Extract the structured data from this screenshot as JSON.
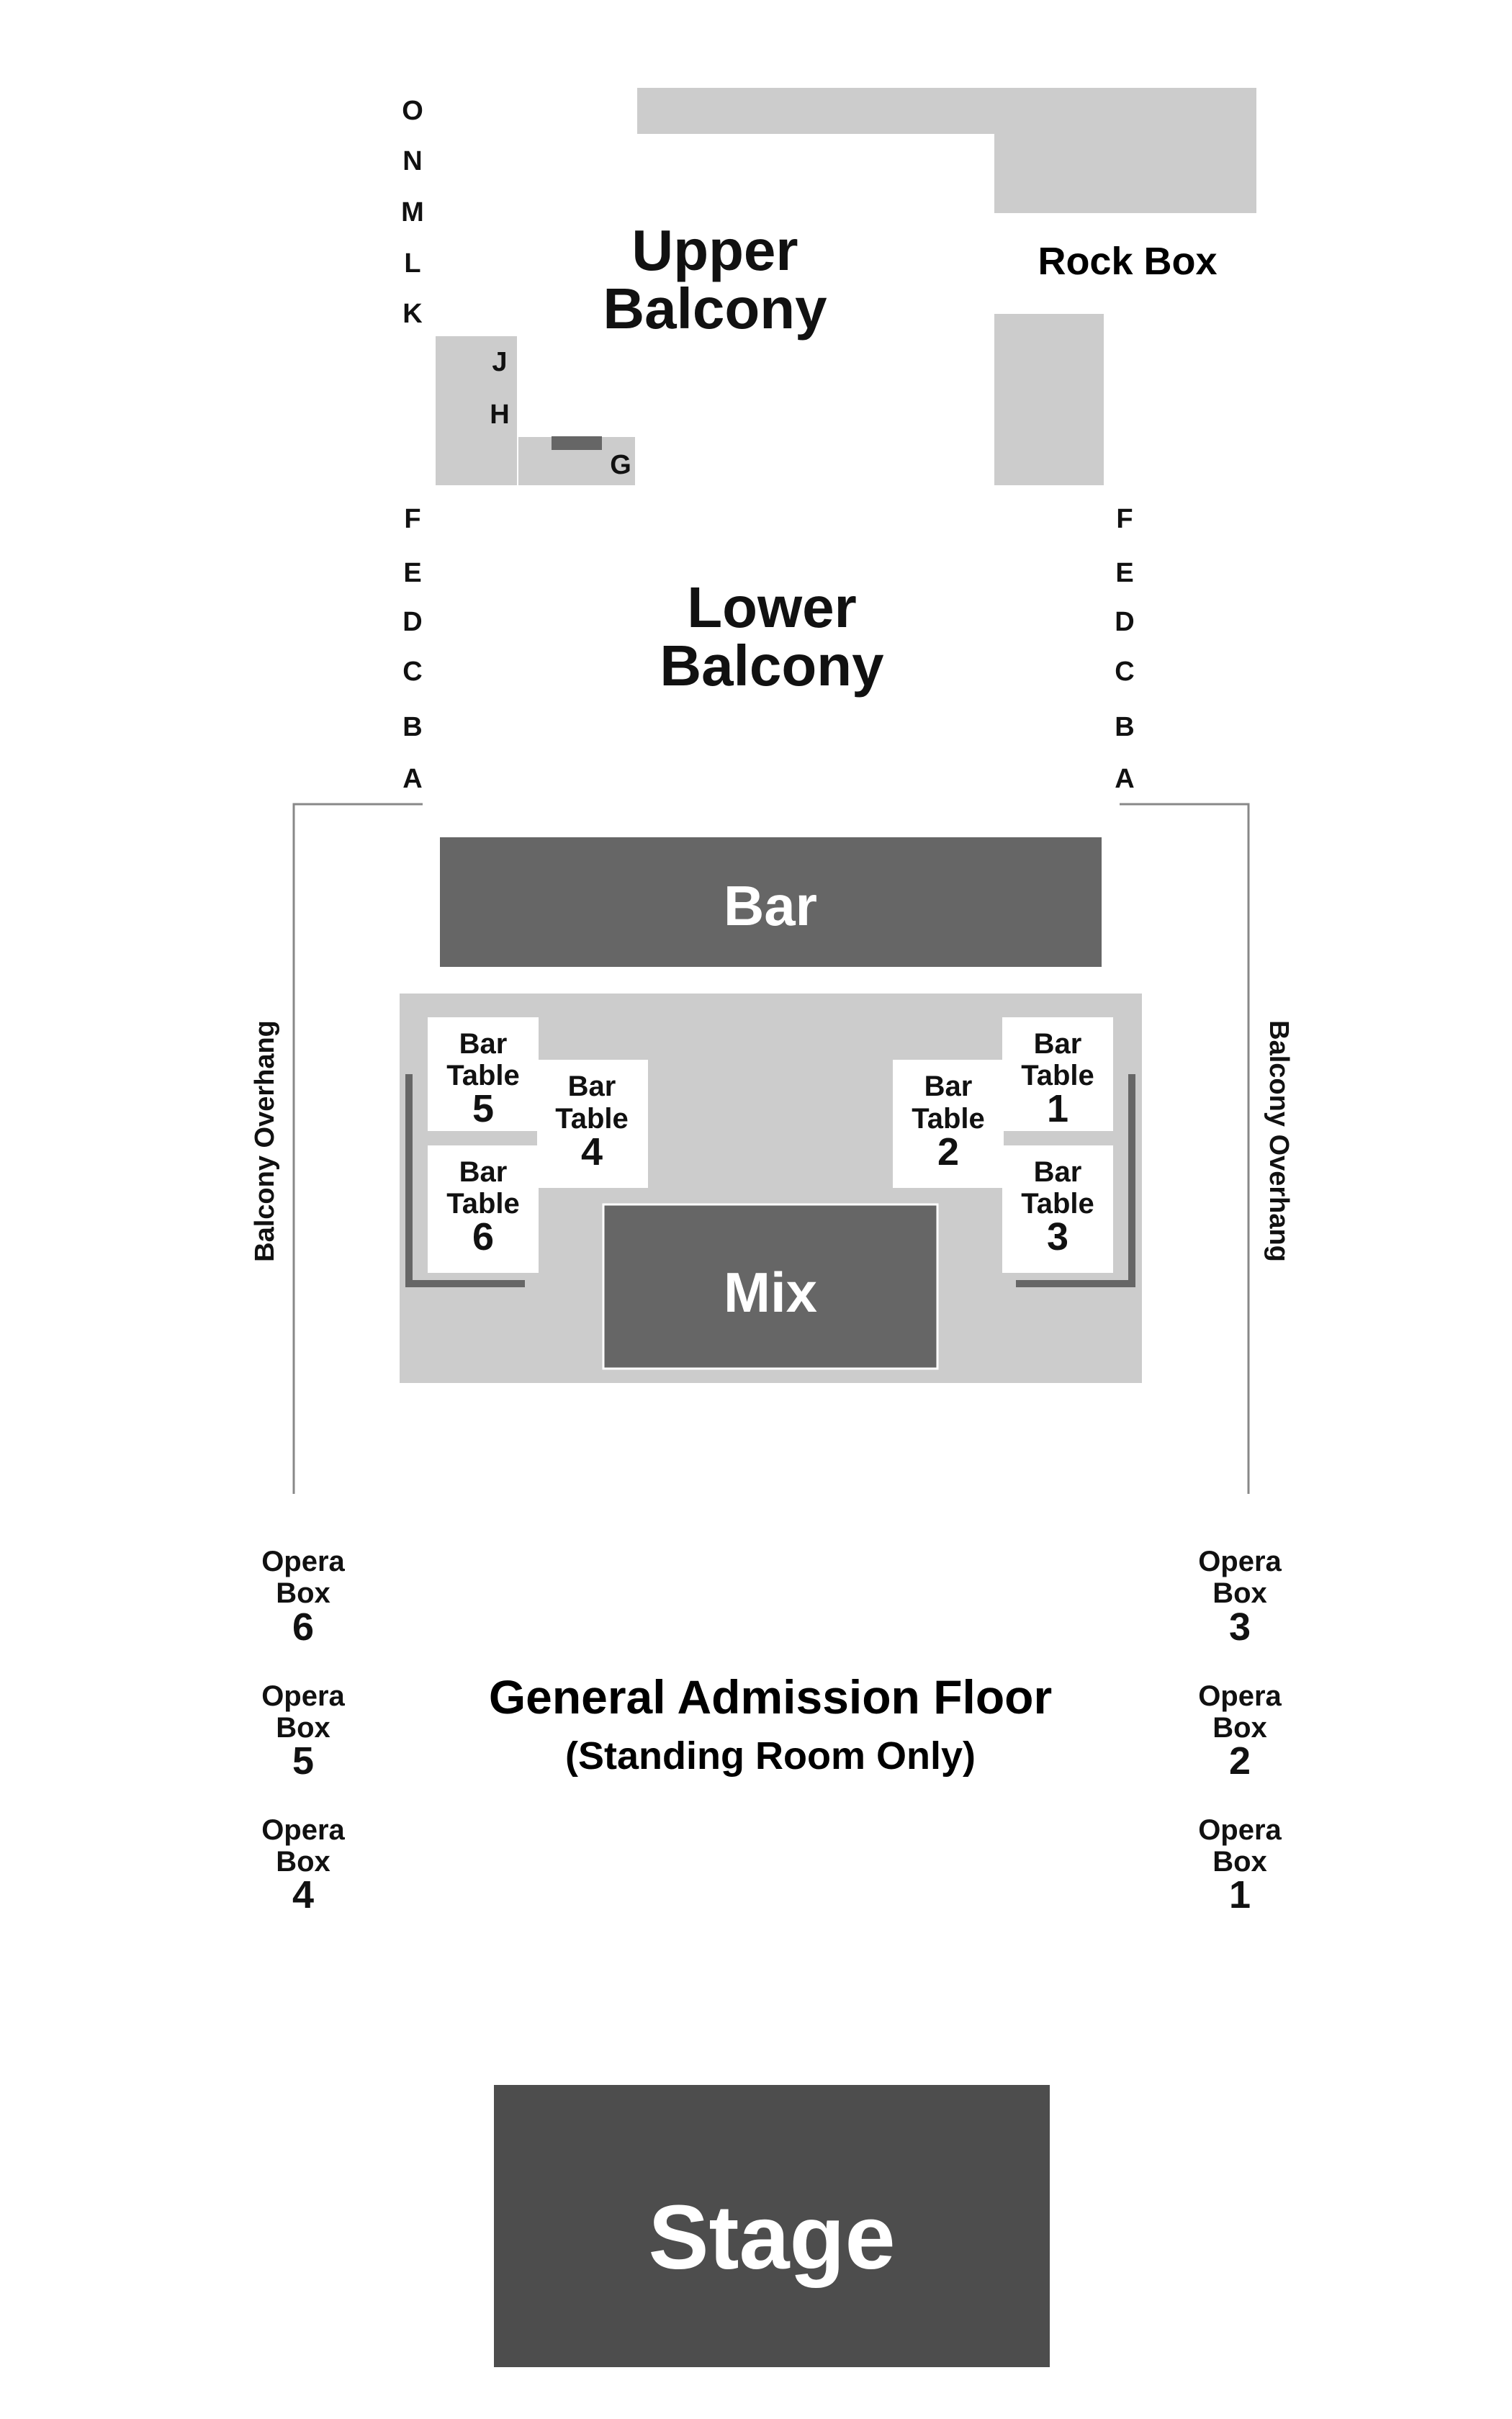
{
  "venue_sections": {
    "upper_balcony": {
      "line1": "Upper",
      "line2": "Balcony"
    },
    "lower_balcony": {
      "line1": "Lower",
      "line2": "Balcony"
    },
    "rock_box": "Rock Box",
    "bar": "Bar",
    "mix": "Mix",
    "stage": "Stage",
    "general_admission": {
      "line1": "General Admission Floor",
      "line2": "(Standing Room Only)"
    },
    "balcony_overhang_left": "Balcony Overhang",
    "balcony_overhang_right": "Balcony Overhang"
  },
  "rows": {
    "upper_left": [
      "O",
      "N",
      "M",
      "L",
      "K"
    ],
    "upper_inner": [
      "J",
      "H",
      "G"
    ],
    "lower_left": [
      "F",
      "E",
      "D",
      "C",
      "B",
      "A"
    ],
    "lower_right": [
      "F",
      "E",
      "D",
      "C",
      "B",
      "A"
    ]
  },
  "bar_tables": [
    {
      "line1": "Bar",
      "line2": "Table",
      "number": "5"
    },
    {
      "line1": "Bar",
      "line2": "Table",
      "number": "4"
    },
    {
      "line1": "Bar",
      "line2": "Table",
      "number": "6"
    },
    {
      "line1": "Bar",
      "line2": "Table",
      "number": "2"
    },
    {
      "line1": "Bar",
      "line2": "Table",
      "number": "1"
    },
    {
      "line1": "Bar",
      "line2": "Table",
      "number": "3"
    }
  ],
  "opera_boxes": [
    {
      "line1": "Opera",
      "line2": "Box",
      "number": "6"
    },
    {
      "line1": "Opera",
      "line2": "Box",
      "number": "5"
    },
    {
      "line1": "Opera",
      "line2": "Box",
      "number": "4"
    },
    {
      "line1": "Opera",
      "line2": "Box",
      "number": "3"
    },
    {
      "line1": "Opera",
      "line2": "Box",
      "number": "2"
    },
    {
      "line1": "Opera",
      "line2": "Box",
      "number": "1"
    }
  ],
  "colors": {
    "light_section": "#cccccc",
    "mid_section": "#666666",
    "stage": "#4d4d4d",
    "outline": "#888888"
  }
}
